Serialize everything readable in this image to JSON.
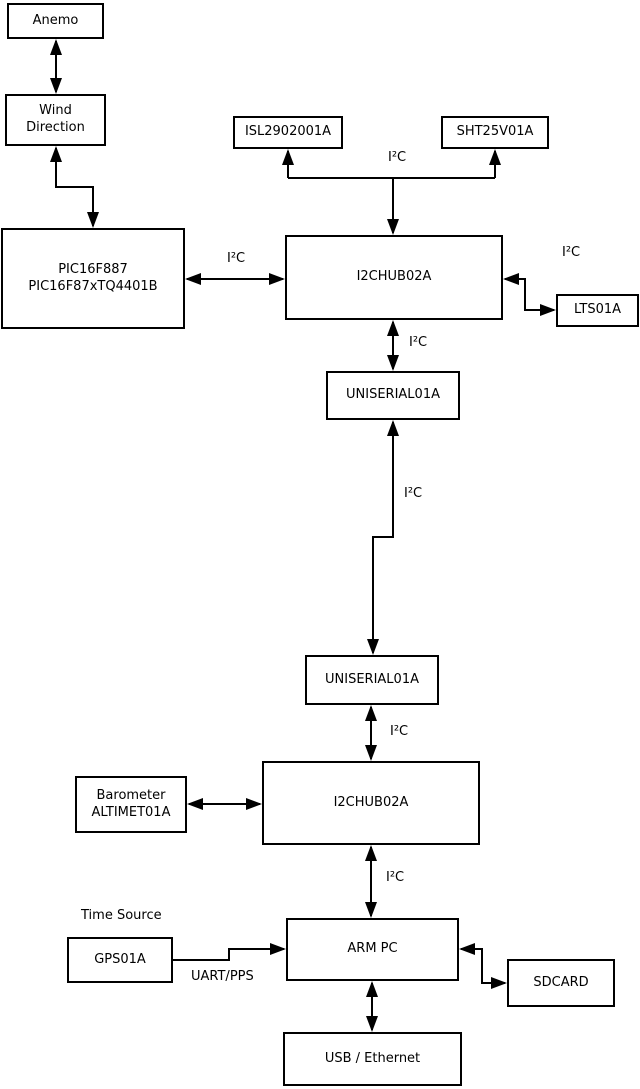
{
  "diagram": {
    "nodes": {
      "anemo": {
        "label": "Anemo"
      },
      "wind_direction": {
        "label": "Wind\nDirection"
      },
      "pic": {
        "label": "PIC16F887\nPIC16F87xTQ4401B"
      },
      "isl": {
        "label": "ISL2902001A"
      },
      "sht": {
        "label": "SHT25V01A"
      },
      "i2chub_top": {
        "label": "I2CHUB02A"
      },
      "lts": {
        "label": "LTS01A"
      },
      "uniserial_top": {
        "label": "UNISERIAL01A"
      },
      "uniserial_bottom": {
        "label": "UNISERIAL01A"
      },
      "i2chub_bottom": {
        "label": "I2CHUB02A"
      },
      "barometer": {
        "label": "Barometer\nALTIMET01A"
      },
      "gps": {
        "label": "GPS01A"
      },
      "arm_pc": {
        "label": "ARM PC"
      },
      "sdcard": {
        "label": "SDCARD"
      },
      "usb_ethernet": {
        "label": "USB / Ethernet"
      }
    },
    "edge_labels": {
      "i2c_sensor_bus": "I²C",
      "i2c_lts": "I²C",
      "i2c_pic": "I²C",
      "i2c_hub_uniserial": "I²C",
      "i2c_long_link": "I²C",
      "i2c_uniserial_hub": "I²C",
      "i2c_hub_armpc": "I²C",
      "uart_pps": "UART/PPS",
      "time_source": "Time Source"
    },
    "colors": {
      "line": "#000000",
      "box_border": "#000000",
      "background": "#ffffff"
    }
  }
}
